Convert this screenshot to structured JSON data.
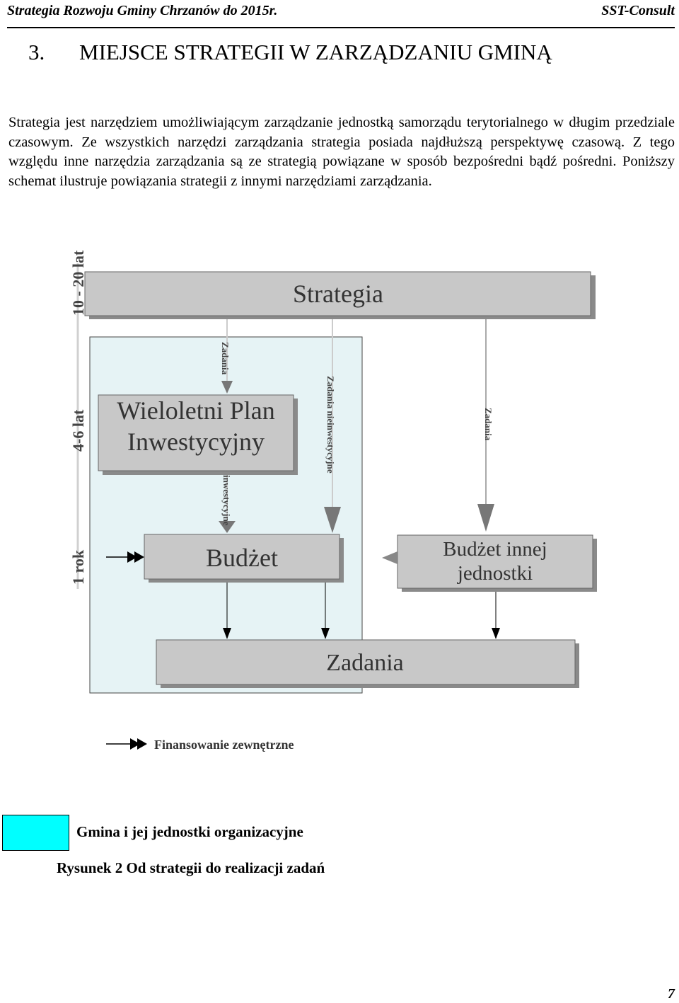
{
  "header": {
    "left": "Strategia Rozwoju Gminy Chrzanów do 2015r.",
    "right": "SST-Consult"
  },
  "chapter": {
    "number": "3.",
    "title": "MIEJSCE STRATEGII W ZARZĄDZANIU GMINĄ"
  },
  "paragraph": "Strategia jest narzędziem umożliwiającym zarządzanie jednostką samorządu terytorialnego w długim przedziale czasowym. Ze wszystkich narzędzi zarządzania strategia posiada najdłuższą perspektywę czasową. Z tego względu inne narzędzia zarządzania są ze strategią powiązane w sposób bezpośredni bądź pośredni. Poniższy schemat ilustruje powiązania strategii z innymi narzędziami zarządzania.",
  "diagram": {
    "timeline": {
      "long": "10 - 20 lat",
      "mid": "4-6 lat",
      "short": "1 rok"
    },
    "boxes": {
      "strategy": "Strategia",
      "wpi_line1": "Wieloletni Plan",
      "wpi_line2": "Inwestycyjny",
      "budget": "Budżet",
      "other_budget_line1": "Budżet innej",
      "other_budget_line2": "jednostki",
      "tasks": "Zadania"
    },
    "arrow_labels": {
      "tasks_to_wpi": "Zadania",
      "non_investment": "Zadania nieinwestycyjne",
      "tasks_to_other": "Zadania",
      "investment": "inwestycyjne"
    },
    "legend_external": "Finansowanie zewnętrzne",
    "colors": {
      "box_fill": "#c8c8c8",
      "box_shadow": "#8a8a8a",
      "gmina_area": "#e6f3f5"
    }
  },
  "legend": {
    "label": "Gmina i jej jednostki organizacyjne",
    "color": "#00ffff"
  },
  "caption": "Rysunek 2 Od strategii do realizacji zadań",
  "page_number": "7"
}
